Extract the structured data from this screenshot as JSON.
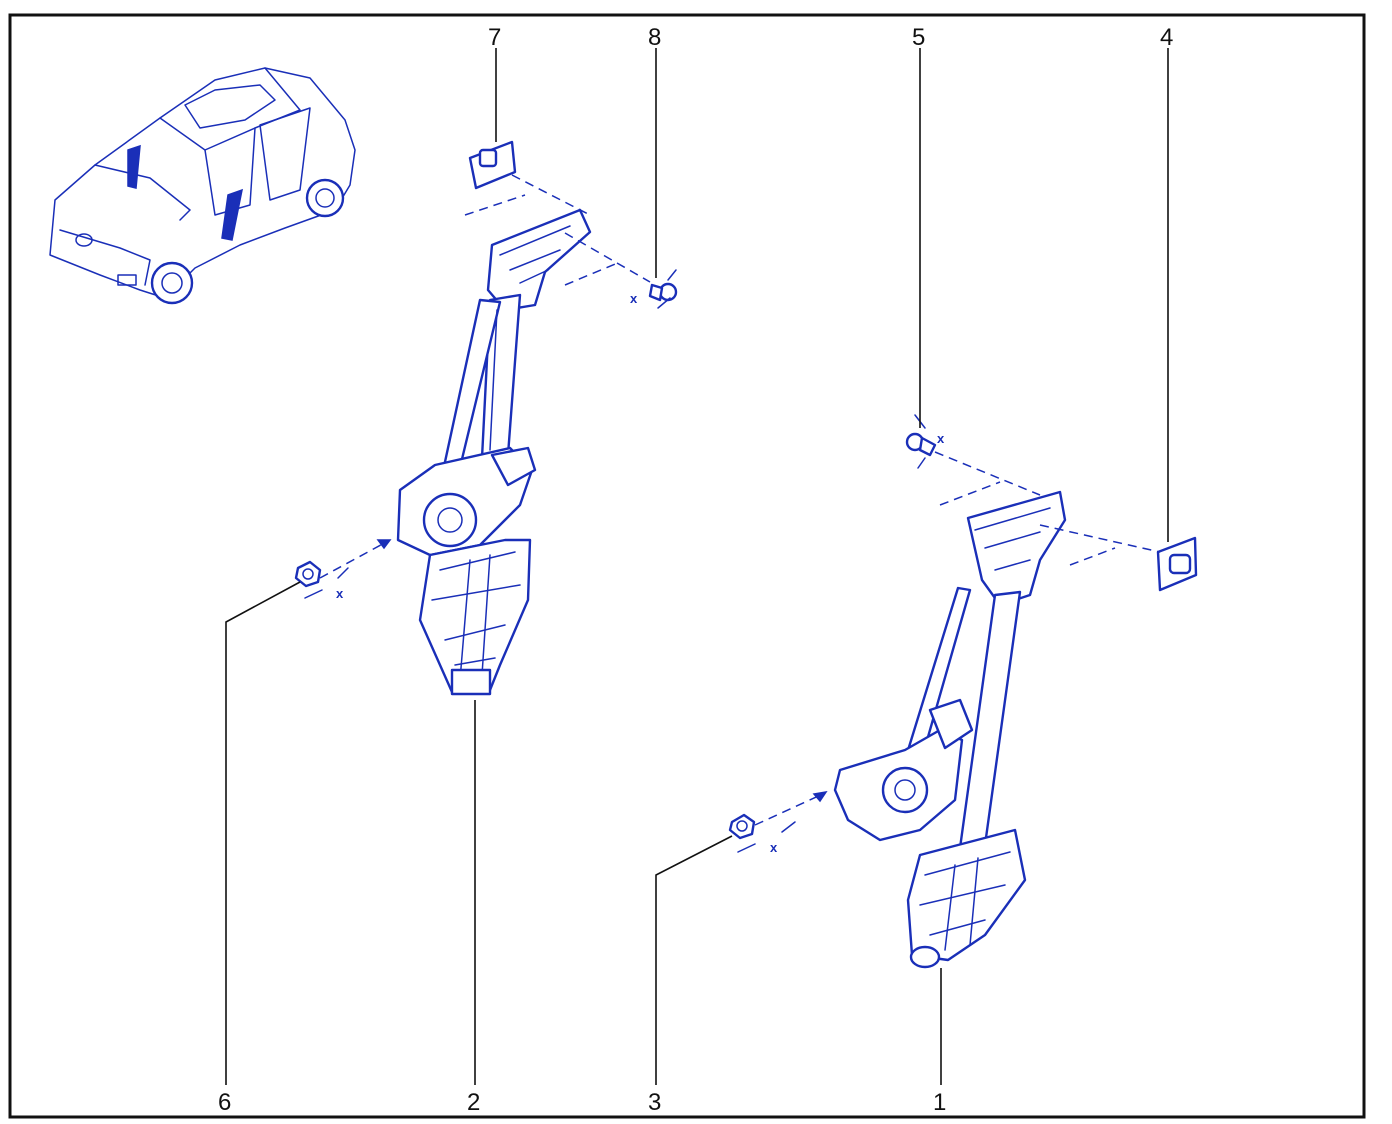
{
  "diagram": {
    "callouts": {
      "c1": "1",
      "c2": "2",
      "c3": "3",
      "c4": "4",
      "c5": "5",
      "c6": "6",
      "c7": "7",
      "c8": "8"
    },
    "torque_marks": {
      "t8": "x",
      "t5": "x",
      "t6": "x",
      "t3": "x"
    },
    "colors": {
      "part_line": "#1a2fb8",
      "leader_line": "#111111",
      "frame": "#111111"
    },
    "icons": [
      "car-thumbnail-icon",
      "rear-window-regulator-icon",
      "front-window-regulator-icon",
      "clip-icon",
      "bolt-icon",
      "nut-icon"
    ]
  }
}
